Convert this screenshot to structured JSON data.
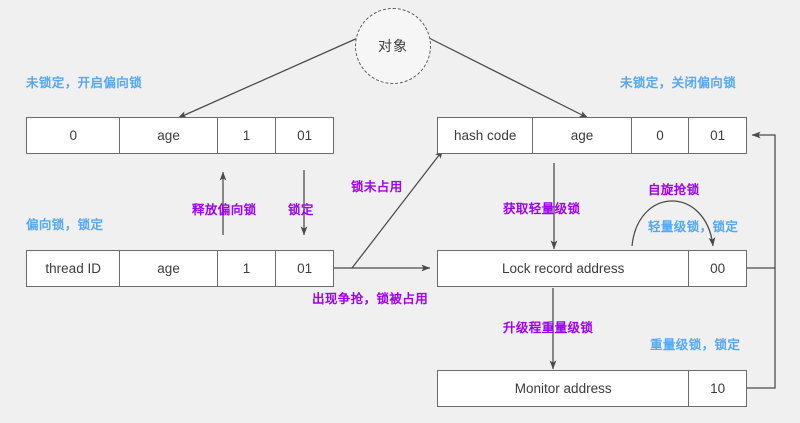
{
  "diagram": {
    "title_node": {
      "label": "对象",
      "shape": "dashed-circle"
    },
    "colors": {
      "background": "#f0f0f0",
      "box_border": "#6b6b6b",
      "box_fill": "#ffffff",
      "state_label": "#55a8f2",
      "transition_label": "#9d00f5",
      "arrow": "#4a4a4a",
      "text": "#3c3c3c"
    },
    "boxes": [
      {
        "id": "unlocked-biasable",
        "state_label": "未锁定，开启偏向锁",
        "cells": [
          "0",
          "age",
          "1",
          "01"
        ]
      },
      {
        "id": "unlocked-nonbiasable",
        "state_label": "未锁定，关闭偏向锁",
        "cells": [
          "hash code",
          "age",
          "0",
          "01"
        ]
      },
      {
        "id": "biased-locked",
        "state_label": "偏向锁，锁定",
        "cells": [
          "thread ID",
          "age",
          "1",
          "01"
        ]
      },
      {
        "id": "lightweight-locked",
        "state_label": "轻量级锁，锁定",
        "cells": [
          "Lock record address",
          "00"
        ]
      },
      {
        "id": "heavyweight-locked",
        "state_label": "重量级锁，锁定",
        "cells": [
          "Monitor address",
          "10"
        ]
      }
    ],
    "transitions": [
      {
        "id": "release-bias",
        "label": "释放偏向锁",
        "direction": "up"
      },
      {
        "id": "lock-bias",
        "label": "锁定",
        "direction": "down"
      },
      {
        "id": "lock-free",
        "label": "锁未占用",
        "direction": "diagonal-up-right"
      },
      {
        "id": "contention",
        "label": "出现争抢，锁被占用",
        "direction": "right"
      },
      {
        "id": "acquire-lightweight",
        "label": "获取轻量级锁",
        "direction": "down"
      },
      {
        "id": "spin-acquire",
        "label": "自旋抢锁",
        "direction": "self-loop"
      },
      {
        "id": "upgrade-heavyweight",
        "label": "升级程重量级锁",
        "direction": "down"
      }
    ]
  }
}
